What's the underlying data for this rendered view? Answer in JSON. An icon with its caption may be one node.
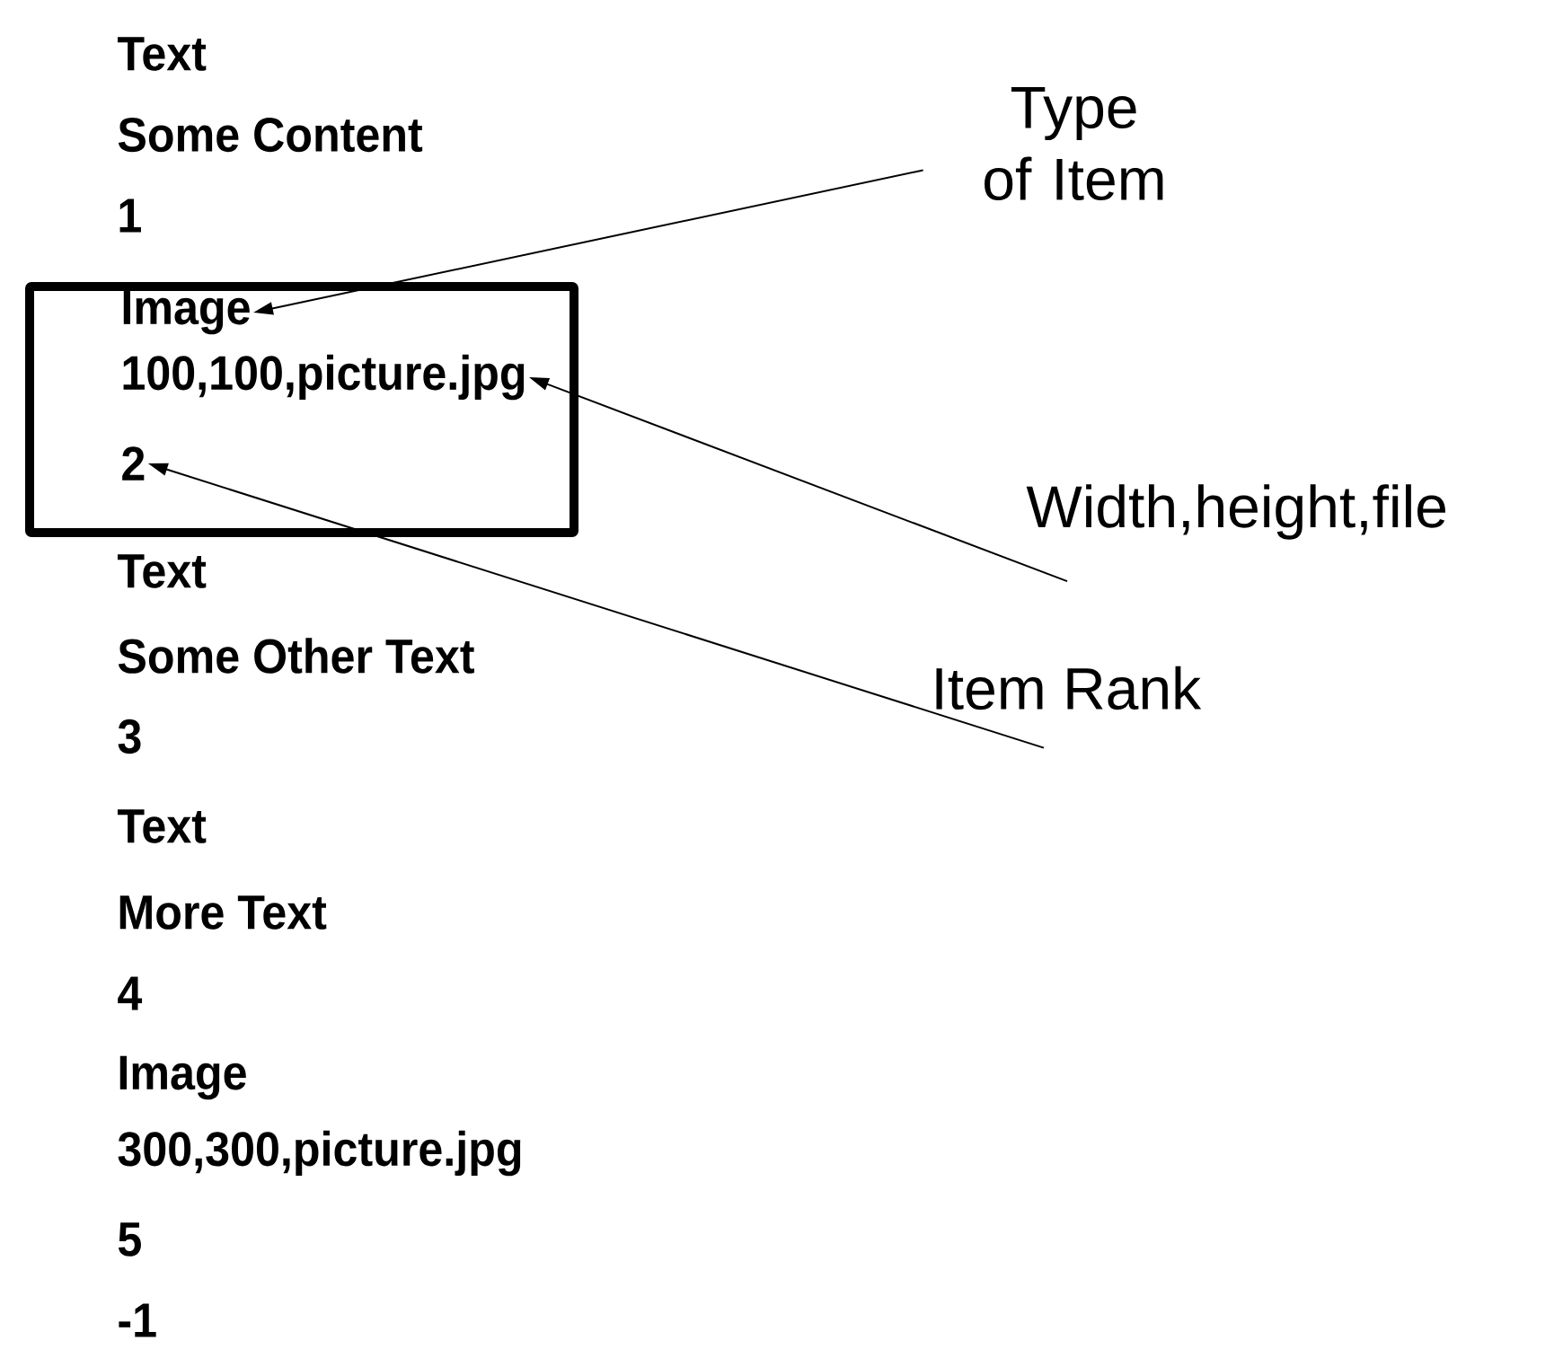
{
  "diagram": {
    "nodes": [
      {
        "text": [],
        "shape": "box"
      },
      {
        "text": [
          "Image"
        ],
        "in": 0
      },
      {
        "text": [
          "100,100,picture.jpg"
        ],
        "in": 0
      },
      {
        "text": [
          "2"
        ],
        "in": 0
      },
      {
        "text": [
          "Type of Item"
        ]
      },
      {
        "text": [
          "Width,height,file"
        ]
      },
      {
        "text": [
          "Item Rank"
        ]
      }
    ],
    "edges": [
      {
        "from": 4,
        "to": 1,
        "arrow": "to"
      },
      {
        "from": 5,
        "to": 2,
        "arrow": "to"
      },
      {
        "from": 6,
        "to": 3,
        "arrow": "to"
      }
    ],
    "labels": [
      "Text",
      "Some Content",
      "1",
      "Text",
      "Some Other Text",
      "3",
      "Text",
      "More Text",
      "4",
      "Image",
      "300,300,picture.jpg",
      "5",
      "-1"
    ]
  }
}
